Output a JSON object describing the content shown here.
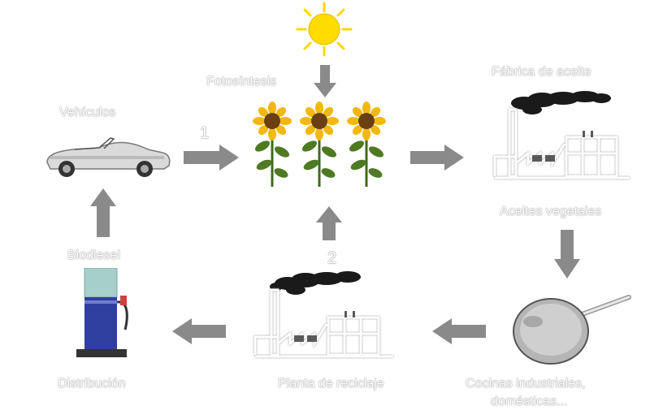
{
  "labels": {
    "fotosintesis": "Fotosíntesis",
    "vehiculos": "Vehículos",
    "fabrica": "Fábrica de aceite",
    "aceites": "Aceites vegetales",
    "biodiesel": "Biodiesel",
    "distribucion": "Distribución",
    "planta": "Planta de reciclaje",
    "cocinas_line1": "Cocinas industriales,",
    "cocinas_line2": "domésticas..."
  },
  "numbers": {
    "one": "1",
    "two": "2"
  },
  "colors": {
    "arrow": "#8a8a8a",
    "sun": "#ffd800",
    "pump_top": "#a6cfcc",
    "pump_body": "#2f3f9f",
    "smoke": "#1a1a1a"
  }
}
